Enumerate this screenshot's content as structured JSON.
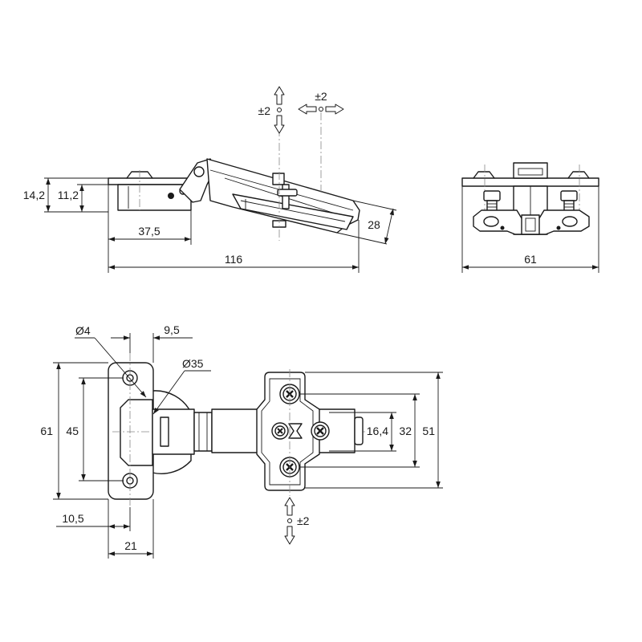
{
  "side_view": {
    "dim_total_height": "14,2",
    "dim_plate_height": "11,2",
    "dim_cup_offset": "37,5",
    "dim_total_length": "116",
    "dim_arm_height": "28",
    "adjust_depth": "±2",
    "adjust_side": "±2"
  },
  "end_view": {
    "dim_width": "61"
  },
  "top_view": {
    "dim_hole_diameter": "Ø4",
    "dim_hole_offset": "9,5",
    "dim_cup_diameter": "Ø35",
    "dim_height": "61",
    "dim_hole_spacing": "45",
    "dim_edge_distance": "10,5",
    "dim_cup_plate_width": "21",
    "dim_screw_inner": "16,4",
    "dim_screw_outer": "32",
    "dim_plate_length": "51",
    "adjust_height": "±2"
  }
}
